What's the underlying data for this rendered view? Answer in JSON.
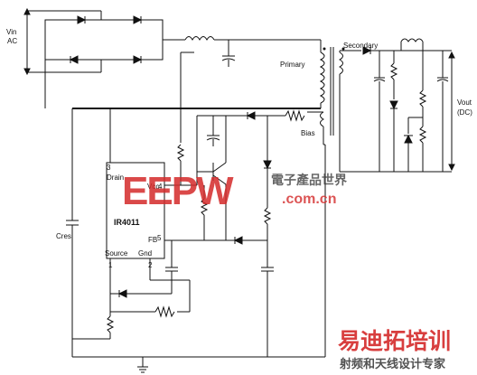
{
  "labels": {
    "vin": "Vin",
    "ac": "AC",
    "primary": "Primary",
    "secondary": "Secondary",
    "bias": "Bias",
    "vout": "Vout",
    "dc": "(DC)",
    "cres": "Cres",
    "ic_name": "IR4011",
    "drain": "Drain",
    "vcc": "Vcc",
    "fb": "FB",
    "source": "Source",
    "gnd": "Gnd",
    "pin3": "3",
    "pin4": "4",
    "pin5": "5",
    "pin1": "1",
    "pin2": "2"
  },
  "watermarks": {
    "eepw_logo": "EEPW",
    "eepw_cn": "電子產品世界",
    "eepw_domain": ".com.cn",
    "edatop_cn": "易迪拓培训",
    "edatop_sub": "射频和天线设计专家"
  },
  "colors": {
    "wire": "#111111",
    "watermark_red": "#d42a2a",
    "watermark_dark": "#333333"
  }
}
